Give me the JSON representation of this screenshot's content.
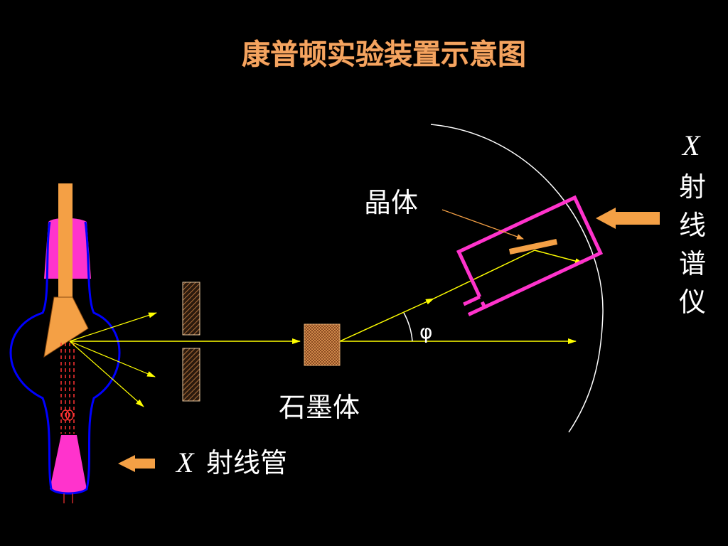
{
  "title": "康普顿实验装置示意图",
  "labels": {
    "crystal": "晶体",
    "graphite": "石墨体",
    "angle": "φ",
    "tube_x": "X",
    "tube_text": "射线管",
    "spectrometer_x": "X",
    "spectrometer_chars": [
      "射",
      "线",
      "谱",
      "仪"
    ]
  },
  "colors": {
    "background": "#000000",
    "title": "#F4A460",
    "beam": "#FFFF00",
    "tube_outline": "#0000FF",
    "magenta": "#FF33CC",
    "orange": "#F4A045",
    "arc": "#FFFFFF",
    "graphite": "#C8753A"
  },
  "icons": [
    "orange-arrow-icon",
    "yellow-beam-arrow-icon"
  ]
}
